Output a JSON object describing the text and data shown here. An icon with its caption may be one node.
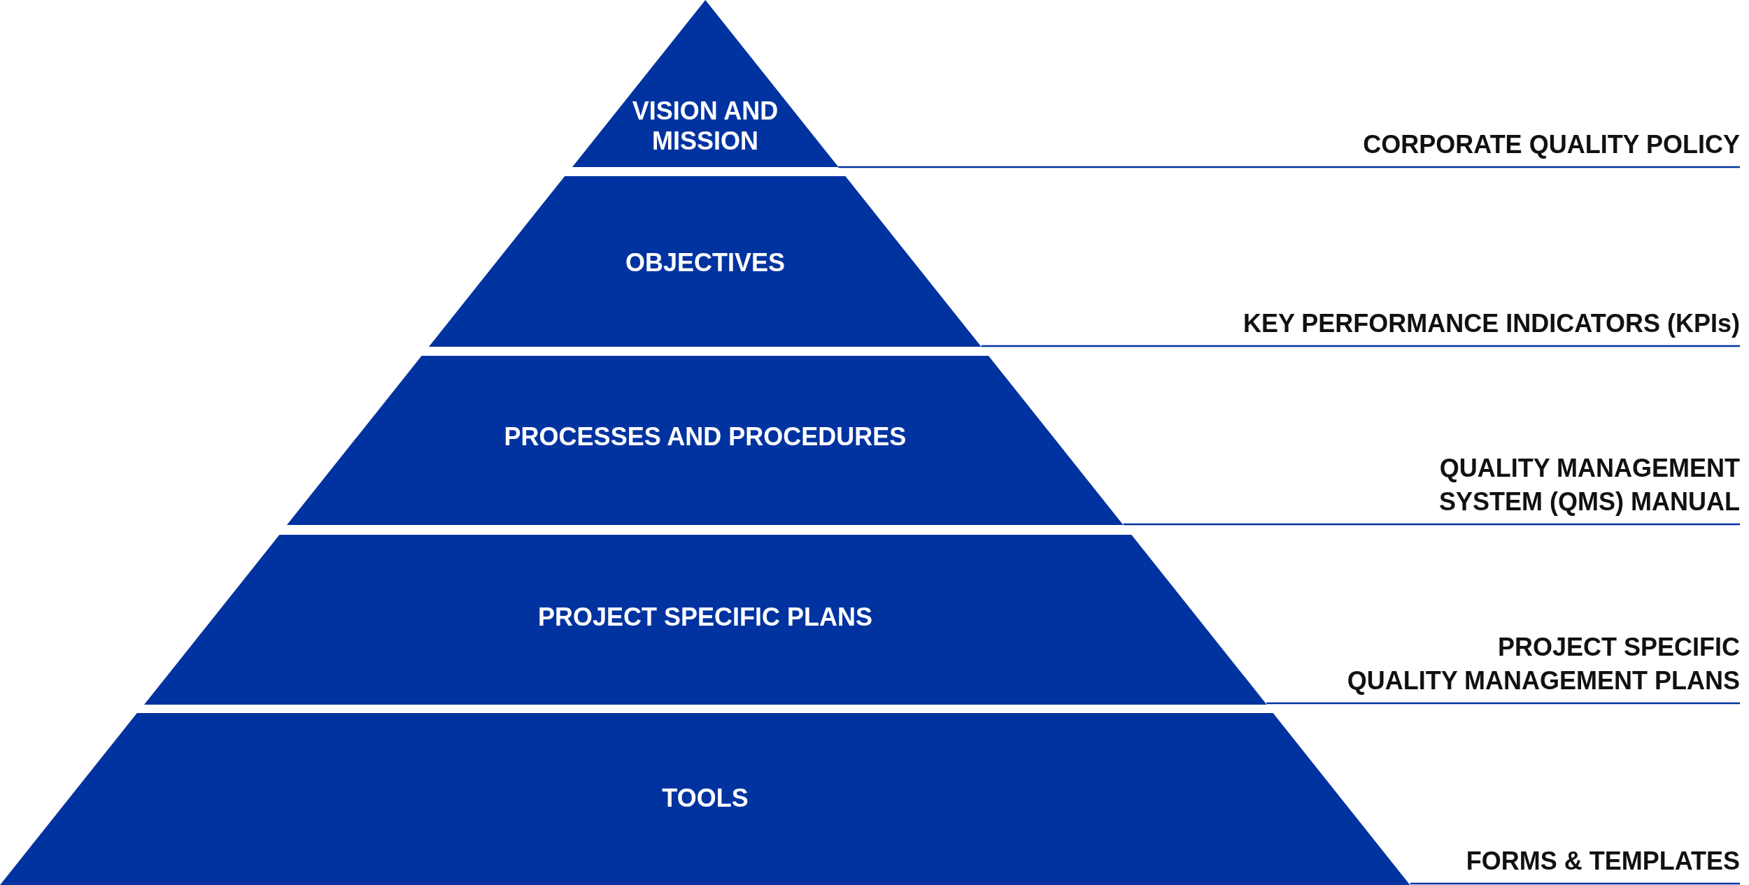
{
  "diagram": {
    "nodes": [
      {
        "text": [
          "VISION AND MISSION"
        ]
      },
      {
        "text": [
          "OBJECTIVES"
        ]
      },
      {
        "text": [
          "PROCESSES AND PROCEDURES"
        ]
      },
      {
        "text": [
          "PROJECT SPECIFIC PLANS"
        ]
      },
      {
        "text": [
          "TOOLS"
        ]
      }
    ],
    "labels": [
      "CORPORATE QUALITY POLICY",
      "KEY PERFORMANCE INDICATORS (KPIs)",
      "QUALITY MANAGEMENT SYSTEM (QMS) MANUAL",
      "PROJECT SPECIFIC QUALITY MANAGEMENT PLANS",
      "FORMS & TEMPLATES"
    ]
  }
}
